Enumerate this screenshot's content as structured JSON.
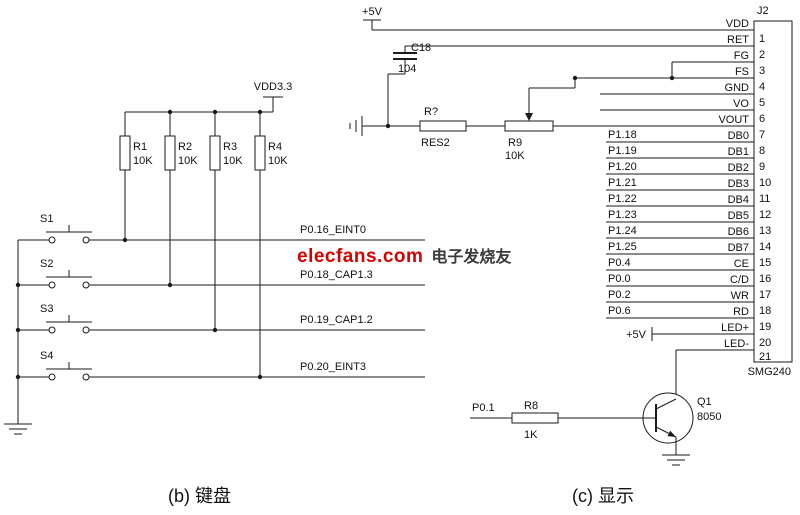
{
  "watermark": {
    "brand": "elecfans.com",
    "tagline": "电子发烧友"
  },
  "captions": {
    "keyboard": "(b) 键盘",
    "display": "(c) 显示"
  },
  "colors": {
    "brand_red": "#d40000",
    "line": "#1a1a1a"
  },
  "keyboard": {
    "power_label": "VDD3.3",
    "resistors": [
      {
        "name": "R1",
        "value": "10K"
      },
      {
        "name": "R2",
        "value": "10K"
      },
      {
        "name": "R3",
        "value": "10K"
      },
      {
        "name": "R4",
        "value": "10K"
      }
    ],
    "switches": [
      {
        "name": "S1",
        "signal": "P0.16_EINT0"
      },
      {
        "name": "S2",
        "signal": "P0.18_CAP1.3"
      },
      {
        "name": "S3",
        "signal": "P0.19_CAP1.2"
      },
      {
        "name": "S4",
        "signal": "P0.20_EINT3"
      }
    ]
  },
  "display": {
    "power_label": "+5V",
    "capacitor": {
      "name": "C18",
      "value": "104"
    },
    "resistor_r": {
      "name": "R?",
      "value": "RES2"
    },
    "potentiometer": {
      "name": "R9",
      "value": "10K"
    },
    "connector": {
      "ref": "J2",
      "part": "SMG240",
      "pins": [
        {
          "num": 1,
          "name": "VDD",
          "signal": ""
        },
        {
          "num": 2,
          "name": "RET",
          "signal": ""
        },
        {
          "num": 3,
          "name": "FG",
          "signal": ""
        },
        {
          "num": 4,
          "name": "FS",
          "signal": ""
        },
        {
          "num": 5,
          "name": "GND",
          "signal": ""
        },
        {
          "num": 6,
          "name": "VO",
          "signal": ""
        },
        {
          "num": 7,
          "name": "VOUT",
          "signal": ""
        },
        {
          "num": 8,
          "name": "DB0",
          "signal": "P1.18"
        },
        {
          "num": 9,
          "name": "DB1",
          "signal": "P1.19"
        },
        {
          "num": 10,
          "name": "DB2",
          "signal": "P1.20"
        },
        {
          "num": 11,
          "name": "DB3",
          "signal": "P1.21"
        },
        {
          "num": 12,
          "name": "DB4",
          "signal": "P1.22"
        },
        {
          "num": 13,
          "name": "DB5",
          "signal": "P1.23"
        },
        {
          "num": 14,
          "name": "DB6",
          "signal": "P1.24"
        },
        {
          "num": 15,
          "name": "DB7",
          "signal": "P1.25"
        },
        {
          "num": 16,
          "name": "CE",
          "signal": "P0.4"
        },
        {
          "num": 17,
          "name": "C/D",
          "signal": "P0.0"
        },
        {
          "num": 18,
          "name": "WR",
          "signal": "P0.2"
        },
        {
          "num": 19,
          "name": "RD",
          "signal": "P0.6"
        },
        {
          "num": 20,
          "name": "LED+",
          "signal": "+5V"
        },
        {
          "num": 21,
          "name": "LED-",
          "signal": ""
        }
      ]
    },
    "driver": {
      "signal": "P0.1",
      "resistor": {
        "name": "R8",
        "value": "1K"
      },
      "transistor": {
        "name": "Q1",
        "value": "8050"
      }
    }
  }
}
